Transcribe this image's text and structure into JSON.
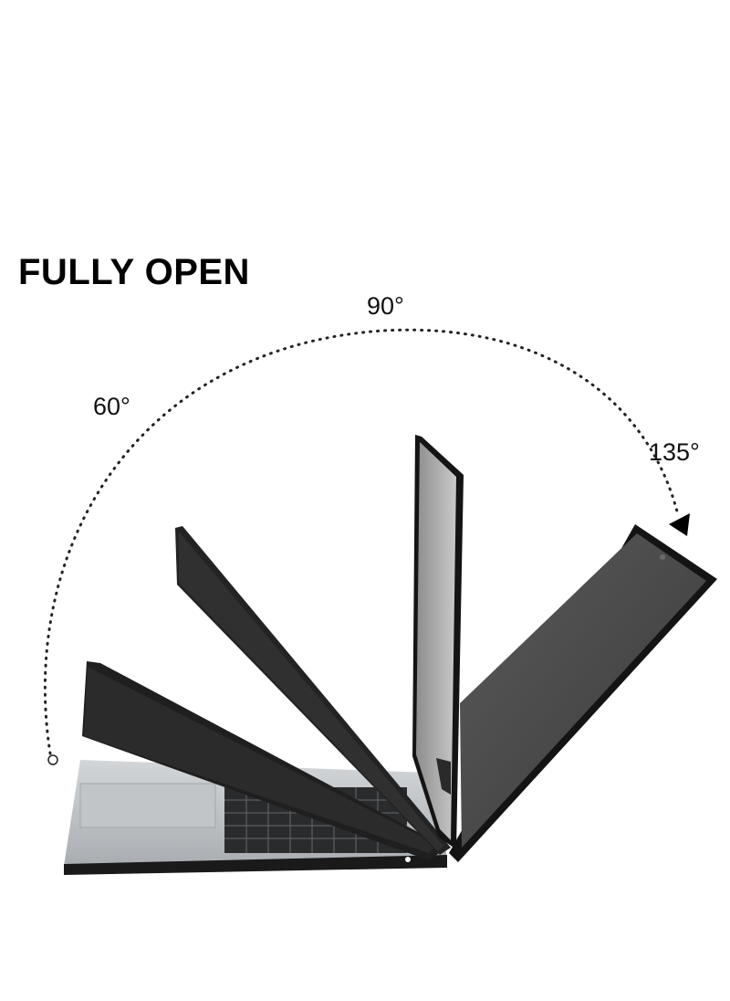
{
  "title": "FULLY OPEN",
  "angles": {
    "a60": "60°",
    "a90": "90°",
    "a135": "135°"
  },
  "icons": {
    "arc": "dotted-arc",
    "arrow": "arrow-head-icon",
    "start": "start-circle-icon"
  },
  "colors": {
    "case_black": "#1a1a1a",
    "screen_gray": "#4a4a4a",
    "base_silver": "#bfc3c7",
    "keyboard": "#2a2b2d"
  }
}
